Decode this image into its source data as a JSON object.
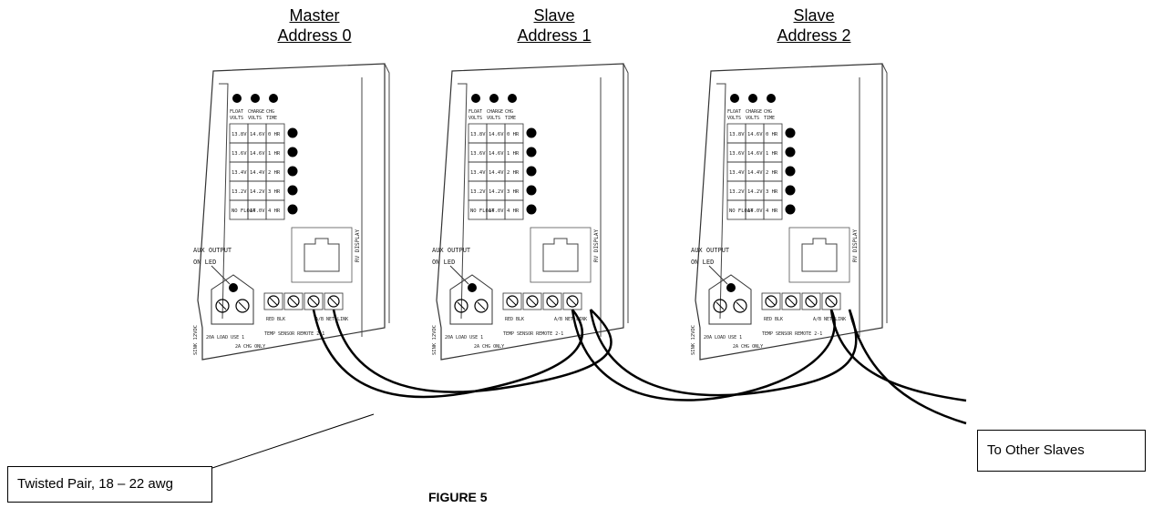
{
  "units": [
    {
      "role": "Master",
      "address": "Address  0",
      "leds": [
        "FLOAT VOLTS",
        "CHARGE VOLTS",
        "CHG TIME"
      ],
      "rows": [
        [
          "13.8V",
          "14.6V",
          "0 HR"
        ],
        [
          "13.6V",
          "14.6V",
          "1 HR"
        ],
        [
          "13.4V",
          "14.4V",
          "2 HR"
        ],
        [
          "13.2V",
          "14.2V",
          "3 HR"
        ],
        [
          "NO FLOAT",
          "14.0V",
          "4 HR"
        ]
      ],
      "aux_label": "AUX OUTPUT ON LED",
      "display_label": "RV DISPLAY",
      "terminal_labels": [
        "20A LOAD USE 1",
        "2A CHG ONLY",
        "RED BLK",
        "TEMP SENSOR REMOTE 2-1",
        "A/B NET LINK"
      ]
    },
    {
      "role": "Slave",
      "address": "Address  1",
      "leds": [
        "FLOAT VOLTS",
        "CHARGE VOLTS",
        "CHG TIME"
      ],
      "rows": [
        [
          "13.8V",
          "14.6V",
          "0 HR"
        ],
        [
          "13.6V",
          "14.6V",
          "1 HR"
        ],
        [
          "13.4V",
          "14.4V",
          "2 HR"
        ],
        [
          "13.2V",
          "14.2V",
          "3 HR"
        ],
        [
          "NO FLOAT",
          "14.0V",
          "4 HR"
        ]
      ],
      "aux_label": "AUX OUTPUT ON LED",
      "display_label": "RV DISPLAY",
      "terminal_labels": [
        "20A LOAD USE 1",
        "2A CHG ONLY",
        "RED BLK",
        "TEMP SENSOR REMOTE 2-1",
        "A/B NET LINK"
      ]
    },
    {
      "role": "Slave",
      "address": "Address  2",
      "leds": [
        "FLOAT VOLTS",
        "CHARGE VOLTS",
        "CHG TIME"
      ],
      "rows": [
        [
          "13.8V",
          "14.6V",
          "0 HR"
        ],
        [
          "13.6V",
          "14.6V",
          "1 HR"
        ],
        [
          "13.4V",
          "14.4V",
          "2 HR"
        ],
        [
          "13.2V",
          "14.2V",
          "3 HR"
        ],
        [
          "NO FLOAT",
          "14.0V",
          "4 HR"
        ]
      ],
      "aux_label": "AUX OUTPUT ON LED",
      "display_label": "RV DISPLAY",
      "terminal_labels": [
        "20A LOAD USE 1",
        "2A CHG ONLY",
        "RED BLK",
        "TEMP SENSOR REMOTE 2-1",
        "A/B NET LINK"
      ]
    }
  ],
  "callouts": {
    "twisted_pair": "Twisted Pair, 18 – 22 awg",
    "other_slaves": "To Other Slaves"
  },
  "figure_label": "FIGURE 5"
}
